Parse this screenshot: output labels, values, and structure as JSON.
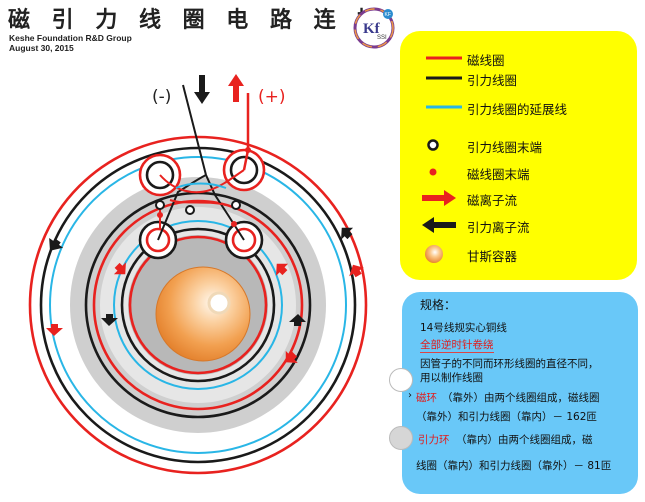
{
  "header": {
    "title": "磁 引 力 线 圈 电 路 连 接",
    "org": "Keshe Foundation R&D Group",
    "date": "August 30, 2015",
    "logo_text": "Kf",
    "logo_sub": "SSI",
    "logo_badge": "KF"
  },
  "diagram": {
    "minus_label": "(-)",
    "plus_label": "(+)"
  },
  "legend": {
    "items": [
      {
        "label": "磁线圈",
        "symbol": "red-line-icon"
      },
      {
        "label": "引力线圈",
        "symbol": "black-line-icon"
      },
      {
        "label": "引力线圈的延展线",
        "symbol": "cyan-line-icon"
      },
      {
        "label": "引力线圈末端",
        "symbol": "ring-end-icon"
      },
      {
        "label": "磁线圈末端",
        "symbol": "red-dot-icon"
      },
      {
        "label": "磁离子流",
        "symbol": "red-arrow-icon"
      },
      {
        "label": "引力离子流",
        "symbol": "black-arrow-icon"
      },
      {
        "label": "甘斯容器",
        "symbol": "gans-sphere-icon"
      }
    ]
  },
  "specs": {
    "heading": "规格：",
    "line1": "14号线规实心铜线",
    "line2": "全部逆时针卷绕",
    "line3": "因管子的不同而环形线圈的直径不同，",
    "line4": "用以制作线圈",
    "item1_highlight": "磁环",
    "item1_text_a": "（靠外）由两个线圈组成，磁线圈",
    "item1_text_b": "（靠外）和引力线圈（靠内）－ 162匝",
    "item2_highlight": "引力环",
    "item2_text_a": "（靠内）由两个线圈组成，磁",
    "item2_text_b": "线圈（靠内）和引力线圈（靠外）－ 81匝"
  },
  "colors": {
    "magnetic": "#e8221f",
    "gravitational": "#1a1a1a",
    "extension": "#29b6e6",
    "legend_bg": "#ffff00",
    "spec_bg": "#69c8f8"
  }
}
